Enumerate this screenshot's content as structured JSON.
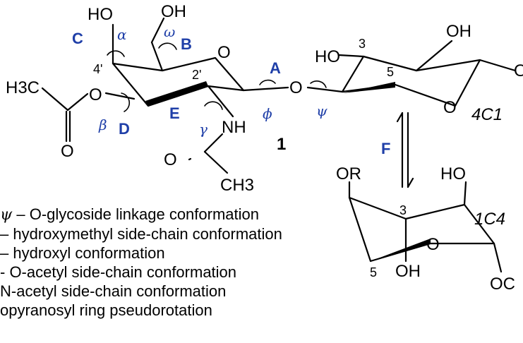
{
  "compound_number": "1",
  "atoms": {
    "oh_c4p": "HO",
    "ch2oh": "OH",
    "ring_o_left": "O",
    "c4p_num": "4'",
    "c2p_num": "2'",
    "methyl_acetyl": "H3C",
    "ester_o": "O",
    "carbonyl_o_left": "O",
    "nh": "NH",
    "acetamido_o": "O",
    "acetamido_ch3": "CH3",
    "glycosidic_o": "O",
    "ho_right": "HO",
    "oh_right_top": "OH",
    "c3_num": "3",
    "c5_num": "5",
    "ring_o_right": "O",
    "right_edge_sub": "O",
    "conf_4c1": "4C1",
    "bottom_or": "OR",
    "bottom_ho": "HO",
    "bottom_c3": "3",
    "bottom_ring_o": "O",
    "bottom_c5": "5",
    "bottom_oh": "OH",
    "bottom_oc": "OC",
    "conf_1c4": "1C4"
  },
  "motion_labels": {
    "A": "A",
    "B": "B",
    "C": "C",
    "D": "D",
    "E": "E",
    "F": "F",
    "alpha": "α",
    "beta": "β",
    "gamma": "γ",
    "omega": "ω",
    "phi": "ϕ",
    "psi": "ψ"
  },
  "legend": [
    {
      "symbol": "ψ",
      "text": " – O-glycoside linkage conformation"
    },
    {
      "symbol": "",
      "text": "– hydroxymethyl side-chain conformation"
    },
    {
      "symbol": "",
      "text": "– hydroxyl conformation"
    },
    {
      "symbol": "",
      "text": "- O-acetyl side-chain conformation"
    },
    {
      "symbol": "",
      "text": " N-acetyl side-chain conformation"
    },
    {
      "symbol": "",
      "text": "opyranosyl ring pseudorotation"
    }
  ],
  "colors": {
    "accent": "#1f3fa8",
    "ink": "#000000"
  }
}
